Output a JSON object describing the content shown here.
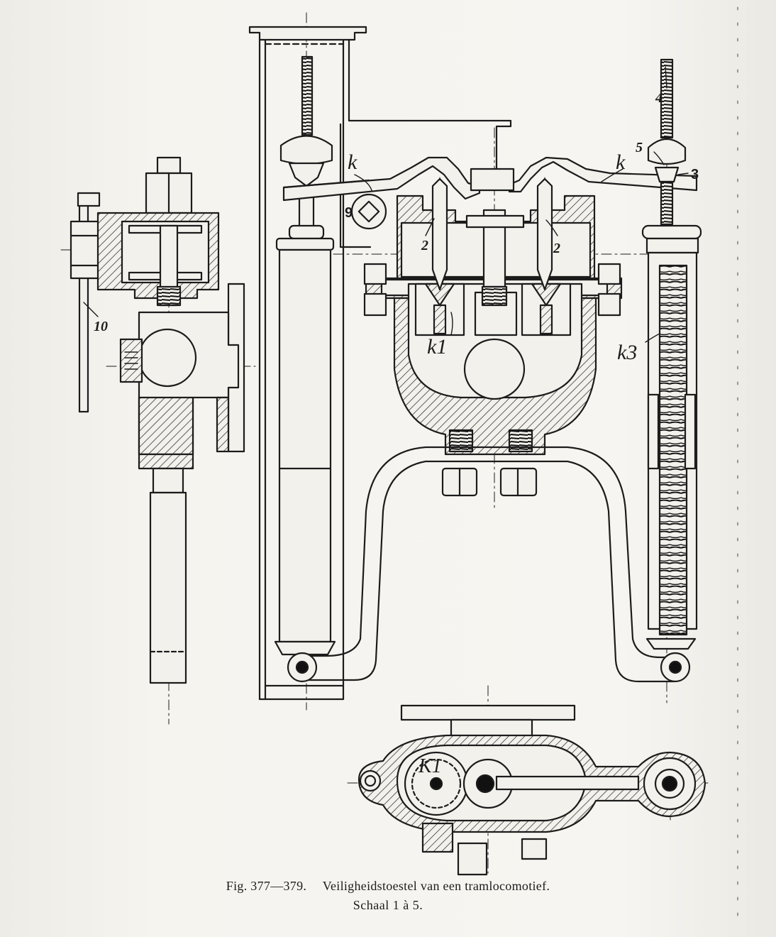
{
  "caption": {
    "figure_number": "Fig. 377—379.",
    "title": "Veiligheidstoestel van een tramlocomotief.",
    "scale": "Schaal 1 à 5."
  },
  "labels": {
    "k_left": "k",
    "k_right": "k",
    "k1_main": "k1",
    "k1_plan": "K1",
    "k3": "k3",
    "n2_left": "2",
    "n2_right": "2",
    "n3": "3",
    "n4": "4",
    "n5": "5",
    "n9": "9",
    "n10": "10"
  },
  "colors": {
    "ink": "#1c1c1c",
    "paper": "#f3f1ec",
    "hatch": "#3a3a3a"
  }
}
